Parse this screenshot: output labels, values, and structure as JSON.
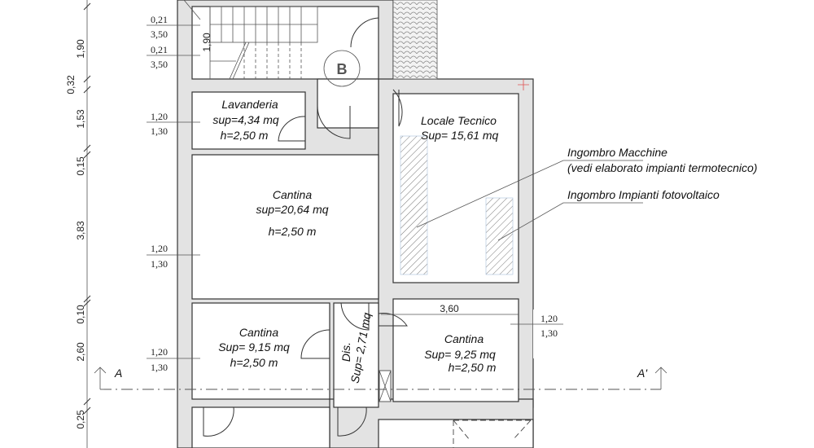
{
  "rooms": {
    "lavanderia": {
      "name": "Lavanderia",
      "sup": "sup=4,34 mq",
      "h": "h=2,50 m"
    },
    "cantina_large": {
      "name": "Cantina",
      "sup": "sup=20,64 mq",
      "h": "h=2,50 m"
    },
    "locale_tecnico": {
      "name": "Locale Tecnico",
      "sup": "Sup= 15,61 mq"
    },
    "cantina_left": {
      "name": "Cantina",
      "sup": "Sup= 9,15 mq",
      "h": "h=2,50 m"
    },
    "cantina_right": {
      "name": "Cantina",
      "sup": "Sup= 9,25 mq",
      "h": "h=2,50 m"
    },
    "dis": {
      "name": "Dis.",
      "sup": "Sup= 2,71 mq"
    }
  },
  "stair_marker": "B",
  "stair_dim": "1,90",
  "annotations": {
    "machines_1": "Ingombro Macchine",
    "machines_2": "(vedi elaborato impianti termotecnico)",
    "pv": "Ingombro Impianti fotovoltaico"
  },
  "vertical_dims": [
    "1,90",
    "0,32",
    "1,53",
    "0,15",
    "3,83",
    "0,10",
    "2,60",
    "0,25"
  ],
  "windows": [
    {
      "top": "0,21",
      "bottom": "3,50"
    },
    {
      "top": "0,21",
      "bottom": "3,50"
    },
    {
      "top": "1,20",
      "bottom": "1,30"
    },
    {
      "top": "1,20",
      "bottom": "1,30"
    },
    {
      "top": "1,20",
      "bottom": "1,30"
    },
    {
      "top": "1,20",
      "bottom": "1,30"
    }
  ],
  "width_dim": "3,60",
  "section": {
    "left": "A",
    "right": "A'"
  },
  "colors": {
    "wall": "#e3e3e3",
    "line": "#333333",
    "hatch": "#777777",
    "marker": "#e05050"
  }
}
